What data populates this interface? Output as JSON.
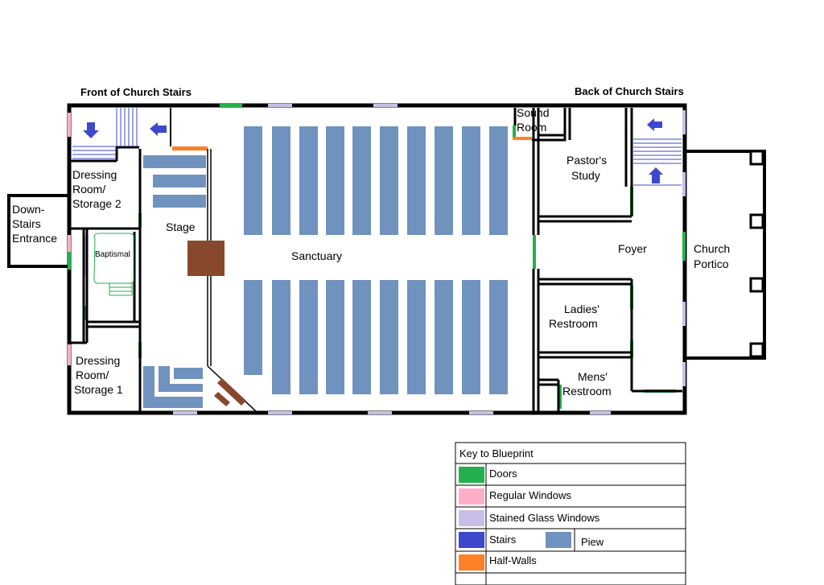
{
  "labels": {
    "front_stairs": "Front of Church Stairs",
    "back_stairs": "Back of Church Stairs",
    "sound_room": [
      "Sound",
      "Room"
    ],
    "pastors_study": [
      "Pastor's",
      "Study"
    ],
    "dressing2": [
      "Dressing",
      "Room/",
      "Storage 2"
    ],
    "downstairs": [
      "Down-",
      "Stairs",
      "Entrance"
    ],
    "stage": "Stage",
    "baptismal": "Baptismal",
    "sanctuary": "Sanctuary",
    "foyer": "Foyer",
    "church_portico": [
      "Church",
      "Portico"
    ],
    "ladies": [
      "Ladies'",
      "Restroom"
    ],
    "mens": [
      "Mens'",
      "Restroom"
    ],
    "dressing1": [
      "Dressing",
      "Room/",
      "Storage 1"
    ]
  },
  "key": {
    "title": "Key to Blueprint",
    "doors": "Doors",
    "regular_windows": "Regular Windows",
    "stained_glass": "Stained Glass Windows",
    "stairs": "Stairs",
    "piew": "Piew",
    "half_walls": "Half-Walls"
  },
  "colors": {
    "wall": "#000000",
    "door": "#22b14c",
    "regular_window": "#ffaec9",
    "stained_glass": "#c8bfe7",
    "stairs": "#3f48cc",
    "pew": "#7092be",
    "half_wall": "#ff7f27",
    "pulpit": "#88482b"
  }
}
